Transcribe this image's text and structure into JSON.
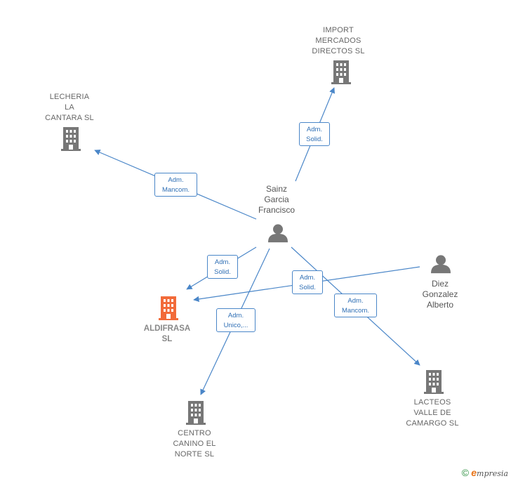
{
  "colors": {
    "edge": "#4a86c8",
    "icon": "#777777",
    "focus": "#f26b3a"
  },
  "nodes": [
    {
      "id": "import",
      "type": "company",
      "label": "IMPORT\nMERCADOS\nDIRECTOS SL",
      "icon": "building-icon"
    },
    {
      "id": "lecheria",
      "type": "company",
      "label": "LECHERIA\nLA\nCANTARA SL",
      "icon": "building-icon"
    },
    {
      "id": "sainz",
      "type": "person",
      "label": "Sainz\nGarcia\nFrancisco",
      "icon": "person-icon"
    },
    {
      "id": "diez",
      "type": "person",
      "label": "Diez\nGonzalez\nAlberto",
      "icon": "person-icon"
    },
    {
      "id": "aldifrasa",
      "type": "focus",
      "label": "ALDIFRASA\nSL",
      "icon": "building-icon"
    },
    {
      "id": "centro",
      "type": "company",
      "label": "CENTRO\nCANINO EL\nNORTE  SL",
      "icon": "building-icon"
    },
    {
      "id": "lacteos",
      "type": "company",
      "label": "LACTEOS\nVALLE DE\nCAMARGO SL",
      "icon": "building-icon"
    }
  ],
  "edges": [
    {
      "from": "sainz",
      "to": "import",
      "label": "Adm.\nSolid."
    },
    {
      "from": "sainz",
      "to": "lecheria",
      "label": "Adm.\nMancom."
    },
    {
      "from": "sainz",
      "to": "aldifrasa",
      "label": "Adm.\nSolid."
    },
    {
      "from": "diez",
      "to": "aldifrasa",
      "label": "Adm.\nSolid."
    },
    {
      "from": "sainz",
      "to": "centro",
      "label": "Adm.\nUnico,..."
    },
    {
      "from": "sainz",
      "to": "lacteos",
      "label": "Adm.\nMancom."
    }
  ],
  "footer": {
    "copyright": "©",
    "brand_initial": "e",
    "brand_rest": "mpresia"
  }
}
